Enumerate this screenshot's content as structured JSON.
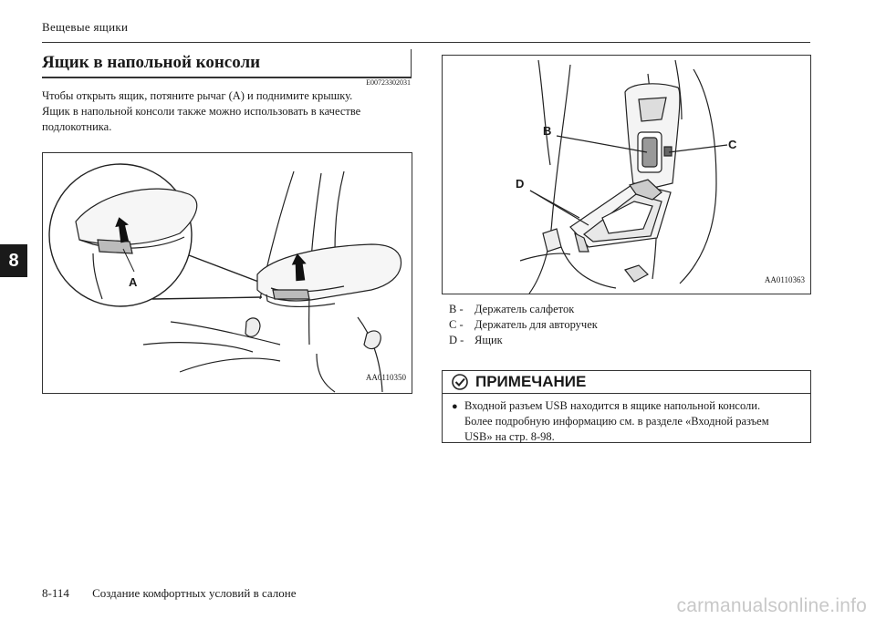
{
  "header": {
    "section": "Вещевые ящики"
  },
  "chapter_tab": "8",
  "section": {
    "title": "Ящик в напольной консоли",
    "code": "E00723302031",
    "body": [
      "Чтобы открыть ящик, потяните рычаг (A) и поднимите крышку.",
      "Ящик в напольной консоли также можно использовать в качестве",
      "подлокотника."
    ]
  },
  "figure_left": {
    "code": "AA0110350",
    "callouts": {
      "a": "A"
    }
  },
  "figure_right": {
    "code": "AA0110363",
    "callouts": {
      "b": "B",
      "c": "C",
      "d": "D"
    }
  },
  "legend": [
    {
      "key": "B -",
      "text": "Держатель салфеток"
    },
    {
      "key": "C -",
      "text": "Держатель для авторучек"
    },
    {
      "key": "D -",
      "text": "Ящик"
    }
  ],
  "note": {
    "title": "ПРИМЕЧАНИЕ",
    "lines": [
      "Входной разъем USB находится в ящике напольной консоли.",
      "Более подробную информацию см. в разделе «Входной разъем",
      "USB» на стр. 8-98."
    ]
  },
  "footer": {
    "page": "8-114",
    "chapter": "Создание комфортных условий в салоне"
  },
  "watermark": "carmanualsonline.info"
}
